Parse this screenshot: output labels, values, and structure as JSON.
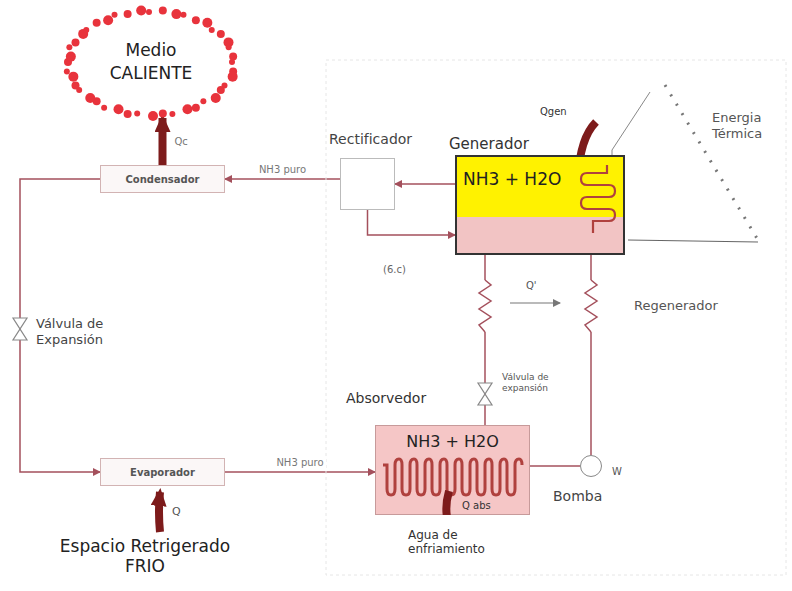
{
  "diagram": {
    "nodes": [
      {
        "text": [
          "Medio CALIENTE"
        ]
      },
      {
        "text": [
          "Condensador"
        ]
      },
      {
        "text": [
          "Rectificador"
        ]
      },
      {
        "text": [
          "Generador",
          "NH3 + H2O"
        ]
      },
      {
        "text": [
          "Evaporador"
        ]
      },
      {
        "text": [
          "Absorvedor",
          "NH3 + H2O"
        ]
      },
      {
        "text": [
          "Bomba"
        ]
      }
    ],
    "edges": [
      {
        "from": 1,
        "to": 0,
        "arrow": "to",
        "label": "Qc"
      },
      {
        "from": 2,
        "to": 1,
        "arrow": "to",
        "label": "NH3 puro"
      },
      {
        "from": 3,
        "to": 2,
        "arrow": "to"
      },
      {
        "from": 1,
        "to": 4,
        "arrow": "to"
      },
      {
        "from": 4,
        "to": 5,
        "arrow": "to",
        "label": "NH3 puro"
      },
      {
        "from": 3,
        "to": 5,
        "arrow": "none"
      },
      {
        "from": 5,
        "to": 6,
        "arrow": "none"
      },
      {
        "from": 6,
        "to": 3,
        "arrow": "none"
      },
      {
        "from": 2,
        "to": 3,
        "arrow": "to"
      }
    ],
    "labels": [
      "(6.c)",
      "Qgen",
      "Energia Térmica",
      "Regenerador",
      "Q'",
      "Válvula de Expansión",
      "Válvula de expansión",
      "Q",
      "Q abs",
      "Agua de enfriamiento",
      "W",
      "Espacio Retrigerado FRIO"
    ]
  }
}
